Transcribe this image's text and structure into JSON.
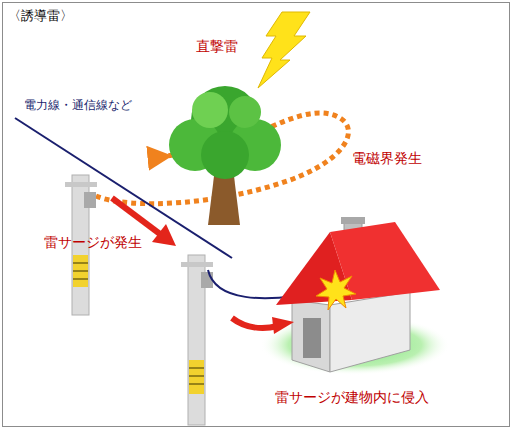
{
  "diagram": {
    "title": "〈誘導雷〉",
    "labels": [
      "直撃雷",
      "電力線・通信線など",
      "電磁界発生",
      "雷サージが発生",
      "雷サージが建物内に侵入"
    ]
  }
}
